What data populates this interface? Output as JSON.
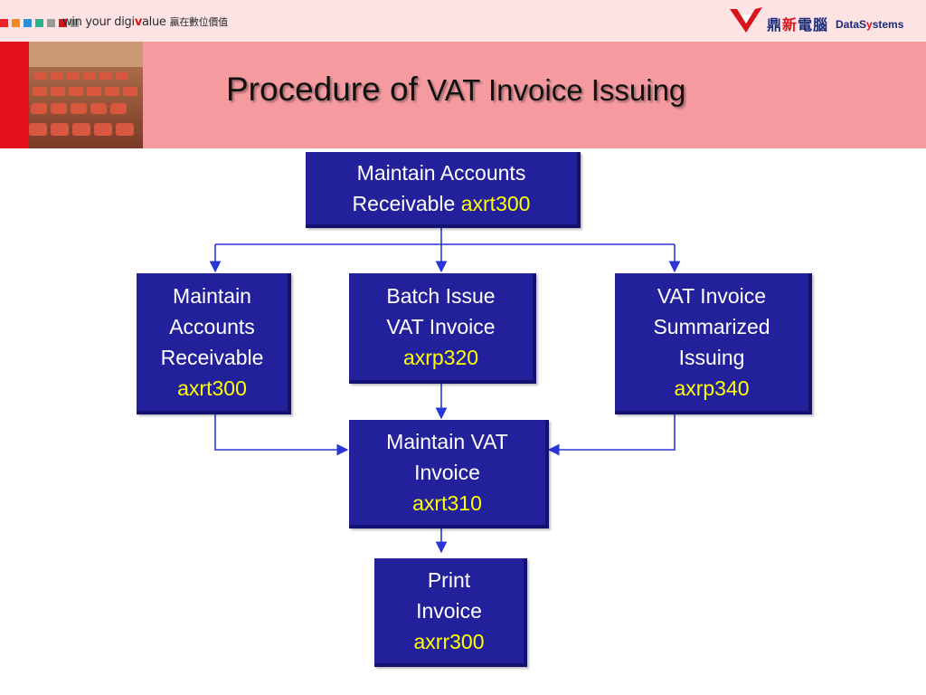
{
  "header": {
    "slogan_prefix": "win your digi",
    "slogan_v": "v",
    "slogan_suffix": "alue",
    "slogan_zh": "贏在數位價值",
    "logo_zh_1": "鼎",
    "logo_zh_2": "新",
    "logo_zh_3": "電腦",
    "logo_en_1": "DataS",
    "logo_en_2": "y",
    "logo_en_3": "stems",
    "squares": [
      "#e8242c",
      "#f28a1e",
      "#2b8fd6",
      "#2bb38a",
      "#9a9a9a",
      "#d8141c",
      "#9a9a9a"
    ]
  },
  "title": {
    "part1": "Procedure of ",
    "part2": "VAT Invoice Issuing"
  },
  "colors": {
    "box_fill": "#23209b",
    "code_text": "#ffff00",
    "arrow": "#2a35d8",
    "band": "#f59ba0",
    "accent_red": "#e3101c"
  },
  "nodes": {
    "top": {
      "line1": "Maintain Accounts",
      "line2": "Receivable ",
      "code": "axrt300"
    },
    "left": {
      "line1": "Maintain",
      "line2": "Accounts",
      "line3": "Receivable",
      "code": "axrt300"
    },
    "center": {
      "line1": "Batch Issue",
      "line2": "VAT Invoice",
      "code": "axrp320"
    },
    "right": {
      "line1": "VAT Invoice",
      "line2": "Summarized",
      "line3": "Issuing",
      "code": "axrp340"
    },
    "maintain_vat": {
      "line1": "Maintain VAT",
      "line2": "Invoice",
      "code": "axrt310"
    },
    "print": {
      "line1": "Print",
      "line2": "Invoice",
      "code": "axrr300"
    }
  }
}
